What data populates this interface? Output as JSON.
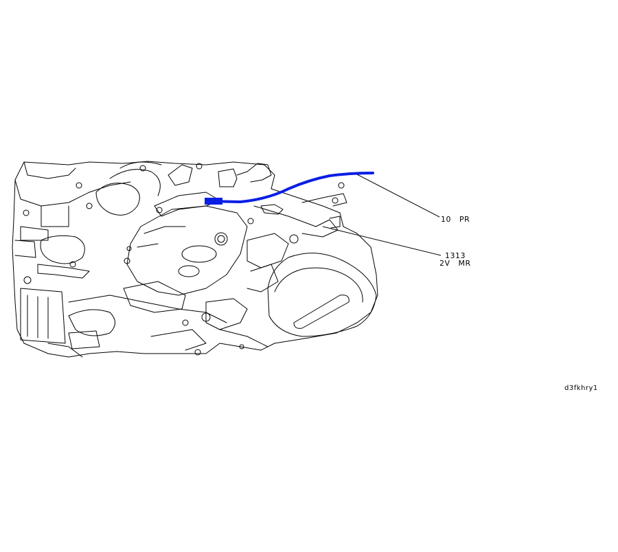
{
  "callouts": {
    "top": {
      "text": "10   PR"
    },
    "bottom": {
      "line1": "1313",
      "line2": "2V   MR"
    }
  },
  "figure_code": "d3fkhry1",
  "colors": {
    "harness": "#0a1ee6",
    "linework": "#000000",
    "background": "#ffffff"
  }
}
